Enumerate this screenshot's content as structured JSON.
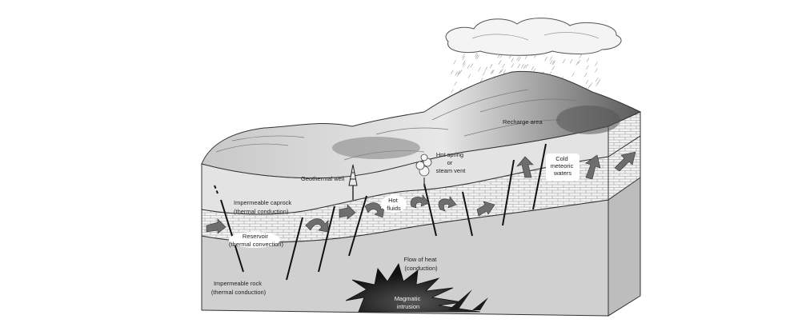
{
  "labels": {
    "recharge_area": "Recharge area",
    "hot_spring": [
      "Hot spring",
      "or",
      "steam vent"
    ],
    "geothermal_well": "Geothermal well",
    "cold_meteoric": [
      "Cold",
      "meteoric",
      "waters"
    ],
    "caprock": [
      "Impermeable caprock",
      "(thermal conduction)"
    ],
    "hot_fluids": [
      "Hot",
      "fluids"
    ],
    "reservoir": [
      "Reservoir",
      "(thermal convection)"
    ],
    "flow_of_heat": [
      "Flow of heat",
      "(conduction)"
    ],
    "impermeable_rock": [
      "Impermeable rock",
      "(thermal conduction)"
    ],
    "magmatic_intrusion": [
      "Magmatic",
      "intrusion"
    ]
  },
  "icons": {
    "cloud": "cloud-icon",
    "rain": "rain-icon",
    "steam": "steam-plume-icon",
    "well": "drill-rig-icon",
    "flow_arrow": "flow-arrow-icon"
  },
  "colors": {
    "reservoir": "#f2f2f2",
    "basement": "#d0d0d0",
    "magma": "#1c1c1c",
    "fault": "#111111"
  }
}
